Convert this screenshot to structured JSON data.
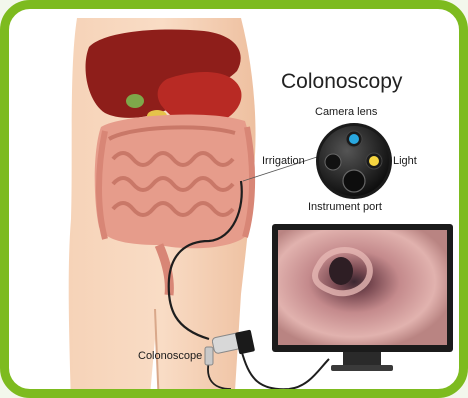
{
  "title": "Colonoscopy",
  "labels": {
    "camera_lens": "Camera lens",
    "irrigation": "Irrigation",
    "light": "Light",
    "instrument_port": "Instrument port",
    "colonoscope": "Colonoscope"
  },
  "icons": [
    "body-torso",
    "liver-icon",
    "stomach-icon",
    "intestines-icon",
    "endoscope-tip-icon",
    "monitor-icon",
    "colonoscope-handle-icon"
  ],
  "colors": {
    "frame": "#7dbb1f",
    "skin": "#f2c7a8",
    "liver": "#8e1e1a",
    "intestine": "#e79a86",
    "lens_blue": "#29a8e0",
    "light_yellow": "#f7d640"
  }
}
